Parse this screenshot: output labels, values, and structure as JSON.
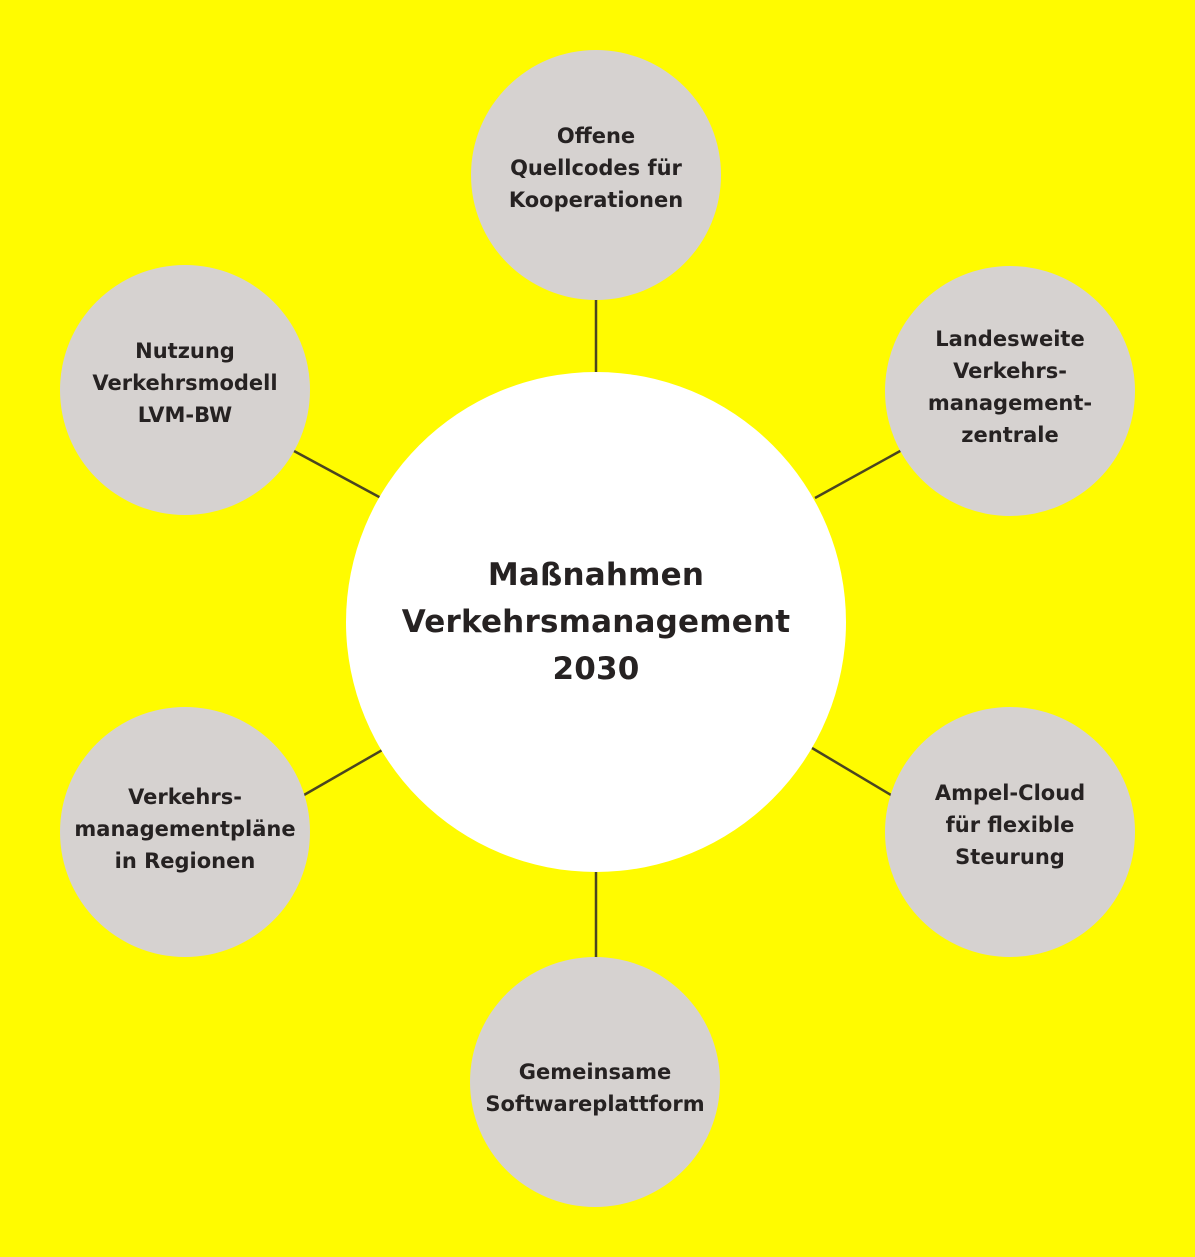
{
  "diagram": {
    "type": "hub-and-spoke",
    "colors": {
      "background": "#FFFB00",
      "hub_fill": "#FFFFFF",
      "spoke_fill": "#D6D2D0",
      "text": "#262222",
      "connector": "#4A4520"
    },
    "hub": {
      "label": "Maßnahmen\nVerkehrsmanagement\n2030"
    },
    "spokes": [
      {
        "position": "top",
        "label": "Offene\nQuellcodes für\nKooperationen"
      },
      {
        "position": "upper-right",
        "label": "Landesweite\nVerkehrs-\nmanagement-\nzentrale"
      },
      {
        "position": "lower-right",
        "label": "Ampel-Cloud\nfür flexible\nSteurung"
      },
      {
        "position": "bottom",
        "label": "Gemeinsame\nSoftwareplattform"
      },
      {
        "position": "lower-left",
        "label": "Verkehrs-\nmanagementpläne\nin Regionen"
      },
      {
        "position": "upper-left",
        "label": "Nutzung\nVerkehrsmodell\nLVM-BW"
      }
    ]
  }
}
